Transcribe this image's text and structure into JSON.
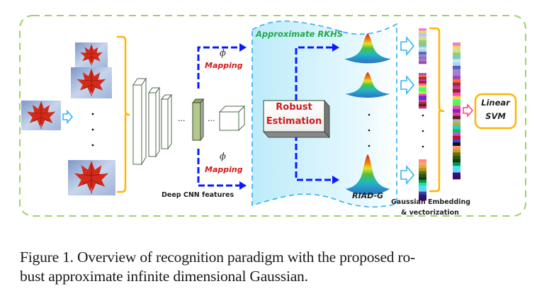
{
  "figure": {
    "labels": {
      "approximate_rkhs": "Approximate RKHS",
      "mapping_top": "Mapping",
      "mapping_bottom": "Mapping",
      "phi_top": "ϕ",
      "phi_bottom": "ϕ",
      "robust_line1": "Robust",
      "robust_line2": "Estimation",
      "deep_cnn": "Deep CNN features",
      "riad_g": "RIAD-G",
      "embedding_line1": "Gaussian Embedding",
      "embedding_line2": "& vectorization",
      "svm_line1": "Linear",
      "svm_line2": "SVM",
      "ellipsis": "···"
    },
    "colors": {
      "outer_border": "#9fd06b",
      "bracket": "#ffb400",
      "mapping_arrow": "#0a1aff",
      "rkhs_border": "#33aef0",
      "rkhs_fill": "#c9effc",
      "mapping_text": "#d11a1a",
      "rkhs_text": "#1faa4a",
      "robust_text": "#d11a1a",
      "input_arrow": "#33b5f0",
      "svm_arrow": "#ff3c82",
      "svm_border": "#ffb400",
      "cnn_stroke": "#4d6b4d",
      "feature_slab": "#b5c98a"
    },
    "images": [
      {
        "name": "leaf-image-1",
        "desc": "red maple leaf on sky"
      },
      {
        "name": "leaf-image-2",
        "desc": "red maple leaf on sky"
      },
      {
        "name": "leaf-image-input",
        "desc": "red maple leaf on sky"
      },
      {
        "name": "leaf-image-n",
        "desc": "red maple leaf on sky"
      }
    ],
    "vector_bars": {
      "bar1": [
        "#f07fc0",
        "#f5d36a",
        "#9ed4e6",
        "#d7c6d9",
        "#c9e0a6",
        "#a0cc64",
        "#95c67d",
        "#7cc8c8",
        "#c5e8f0",
        "#a6d8e8",
        "#5a5ac0",
        "#8f8fd0",
        "#8a74c0",
        "#b078c8",
        "#9a4ab0"
      ],
      "bar2": [
        "#b05ab0",
        "#ff6040",
        "#a02c2c",
        "#cc33aa",
        "#8a2a10",
        "#ff5fb0",
        "#ffd040",
        "#40ff80",
        "#66ee44",
        "#a0ff60",
        "#ff40c0",
        "#8020c0",
        "#4040e0",
        "#e040a0",
        "#a03020",
        "#5a2010",
        "#c03080"
      ],
      "bar3": [
        "#ff8c70",
        "#ffa080",
        "#d4b030",
        "#b09a10",
        "#6a6a10",
        "#2a5a10",
        "#104010",
        "#109050",
        "#20e0a0",
        "#30f0f0",
        "#80c8f0",
        "#4040a0",
        "#2a1a80",
        "#3a0a6a"
      ],
      "bar_big": [
        "#f07fc0",
        "#f5d36a",
        "#c9e0a6",
        "#a0cc64",
        "#7cc8c8",
        "#c5e8f0",
        "#a6d8e8",
        "#5a5ac0",
        "#8f8fd0",
        "#b078c8",
        "#9a4ab0",
        "#ff6040",
        "#a02c2c",
        "#cc33aa",
        "#8a2a10",
        "#ff40c0",
        "#ffd040",
        "#40ff80",
        "#66ee44",
        "#ff40c0",
        "#8020c0",
        "#e040a0",
        "#5a2010",
        "#aab0c0",
        "#b0b020",
        "#20d0d0",
        "#10c040",
        "#c050e0",
        "#c01020",
        "#4040d0",
        "#101010",
        "#ff9070",
        "#c0a020",
        "#6a6a10",
        "#2a5a10",
        "#104010",
        "#109050",
        "#30f0f0",
        "#80c8f0",
        "#2a1a80",
        "#3a0a6a"
      ]
    }
  },
  "caption": {
    "line1": "Figure 1. Overview of recognition paradigm with the proposed ro-",
    "line2": "bust approximate infinite dimensional Gaussian."
  }
}
